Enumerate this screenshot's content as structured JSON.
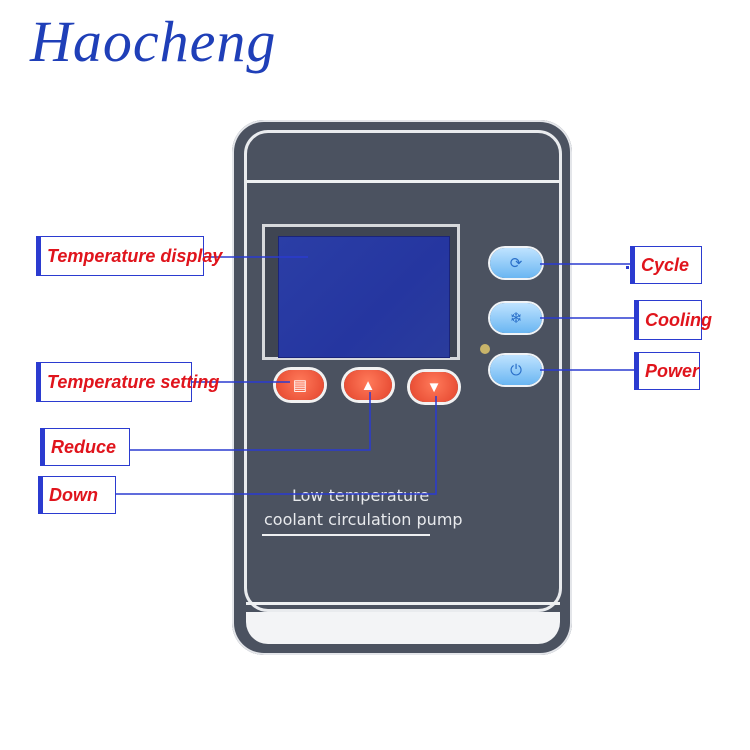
{
  "brand": "Haocheng",
  "panel": {
    "title_line1": "Low temperature",
    "title_line2": "coolant circulation pump",
    "buttons": {
      "set_icon": "set-icon",
      "up_icon": "up-arrow-icon",
      "down_icon": "down-arrow-icon",
      "cycle_icon": "cycle-icon",
      "cooling_icon": "snowflake-icon",
      "power_icon": "power-icon"
    }
  },
  "callouts": {
    "temperature_display": "Temperature display",
    "temperature_setting": "Temperature setting",
    "reduce": "Reduce",
    "down": "Down",
    "cycle": "Cycle",
    "cooling": "Cooling",
    "power": "Power"
  },
  "colors": {
    "brand": "#1f3fb8",
    "callout_text": "#e0141c",
    "leader": "#2b3bd0",
    "panel": "#4b5260",
    "lcd": "#2b3ea6",
    "red_button": "#e3432c",
    "blue_button": "#6ab6f2"
  }
}
